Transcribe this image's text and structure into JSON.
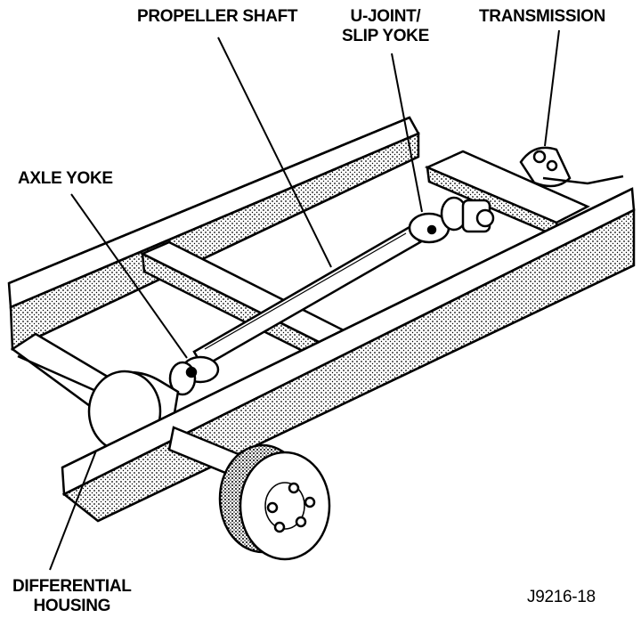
{
  "labels": {
    "propeller_shaft": "PROPELLER SHAFT",
    "u_joint_line1": "U-JOINT/",
    "u_joint_line2": "SLIP YOKE",
    "transmission": "TRANSMISSION",
    "axle_yoke": "AXLE YOKE",
    "differential_line1": "DIFFERENTIAL",
    "differential_line2": "HOUSING",
    "figure_id": "J9216-18"
  },
  "colors": {
    "ink": "#000000",
    "paper": "#ffffff"
  }
}
